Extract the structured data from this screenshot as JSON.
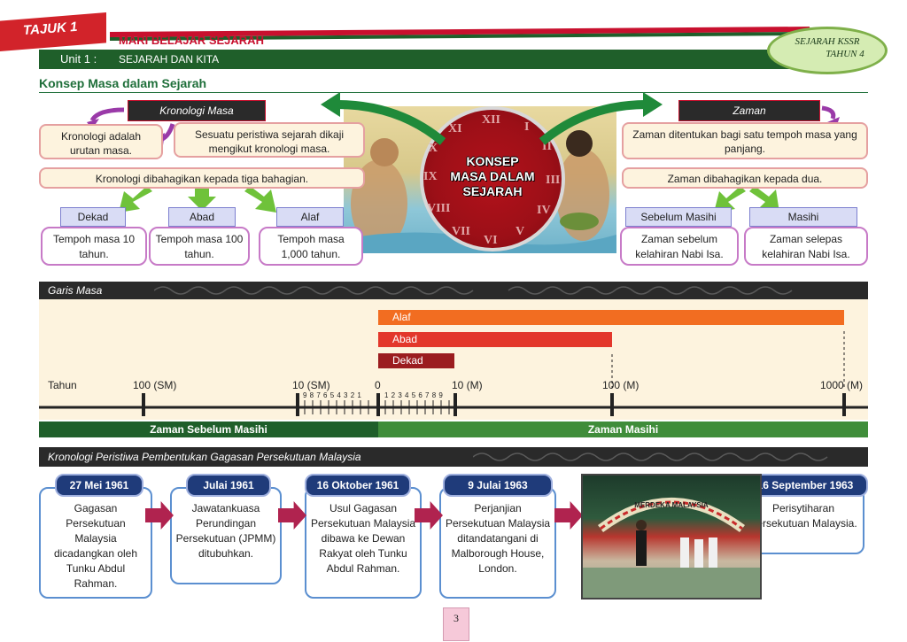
{
  "header": {
    "tajuk": "TAJUK 1",
    "title": "MARI BELAJAR SEJARAH",
    "unit_label": "Unit 1 :",
    "unit_name": "SEJARAH DAN KITA",
    "badge_line1": "SEJARAH KSSR",
    "badge_line2": "TAHUN 4",
    "section_title": "Konsep Masa dalam Sejarah"
  },
  "kronologi": {
    "label": "Kronologi Masa",
    "def": "Kronologi adalah urutan masa.",
    "desc": "Sesuatu peristiwa sejarah dikaji mengikut kronologi masa.",
    "division": "Kronologi dibahagikan kepada tiga bahagian.",
    "units": [
      {
        "name": "Dekad",
        "desc": "Tempoh masa 10 tahun."
      },
      {
        "name": "Abad",
        "desc": "Tempoh masa 100 tahun."
      },
      {
        "name": "Alaf",
        "desc": "Tempoh masa 1,000 tahun."
      }
    ]
  },
  "concept": {
    "title_line1": "KONSEP",
    "title_line2": "MASA DALAM",
    "title_line3": "SEJARAH",
    "numerals": [
      "XII",
      "I",
      "II",
      "III",
      "IV",
      "V",
      "VI",
      "VII",
      "VIII",
      "IX",
      "X",
      "XI"
    ]
  },
  "zaman": {
    "label": "Zaman",
    "desc": "Zaman ditentukan bagi satu tempoh masa yang panjang.",
    "division": "Zaman dibahagikan kepada dua.",
    "types": [
      {
        "name": "Sebelum Masihi",
        "desc": "Zaman sebelum kelahiran Nabi Isa."
      },
      {
        "name": "Masihi",
        "desc": "Zaman selepas kelahiran Nabi Isa."
      }
    ]
  },
  "garis_masa": {
    "label": "Garis Masa",
    "bands": [
      "Alaf",
      "Abad",
      "Dekad"
    ],
    "tahun": "Tahun",
    "years": [
      "100 (SM)",
      "10 (SM)",
      "0",
      "10 (M)",
      "100 (M)",
      "1000 (M)"
    ],
    "small_left": "9 8 7 6 5 4 3 2 1",
    "small_right": "1 2 3 4 5 6 7 8 9",
    "era_before": "Zaman Sebelum Masihi",
    "era_after": "Zaman Masihi"
  },
  "peristiwa": {
    "label": "Kronologi Peristiwa Pembentukan Gagasan Persekutuan Malaysia",
    "events": [
      {
        "date": "27 Mei 1961",
        "text": "Gagasan Persekutuan Malaysia dicadangkan oleh Tunku Abdul Rahman."
      },
      {
        "date": "Julai 1961",
        "text": "Jawatankuasa Perundingan Persekutuan (JPMM) ditubuhkan."
      },
      {
        "date": "16 Oktober 1961",
        "text": "Usul Gagasan Persekutuan Malaysia dibawa ke Dewan Rakyat oleh Tunku Abdul Rahman."
      },
      {
        "date": "9 Julai 1963",
        "text": "Perjanjian Persekutuan Malaysia ditandatangani di Malborough House, London."
      },
      {
        "date": "16 September 1963",
        "text": "Perisytiharan Persekutuan Malaysia."
      }
    ],
    "photo_sign": "MERDEKA MALAYSIA"
  },
  "page": {
    "number": "3"
  }
}
